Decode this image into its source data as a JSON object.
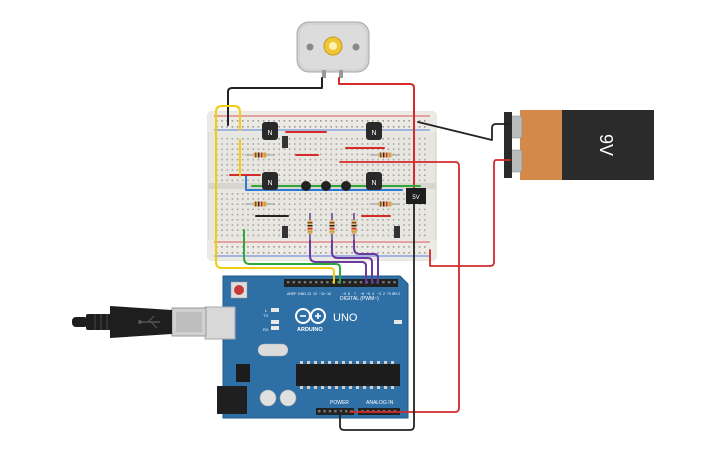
{
  "battery": {
    "label": "9V"
  },
  "regulator": {
    "label": "5V"
  },
  "transistors": {
    "label": "N"
  },
  "arduino": {
    "brand": "ARDUINO",
    "model": "UNO",
    "digital_header": "DIGITAL (PWM~)",
    "power_header": "POWER",
    "analog_header": "ANALOG IN",
    "tx_label": "TX",
    "rx_label": "RX",
    "l_label": "L",
    "aref_label": "AREF",
    "gnd_label": "GND",
    "pin13_label": "13",
    "pin12_label": "12",
    "pin11_label": "~11",
    "pin10_label": "~10",
    "pin9_label": "~9",
    "pin8_label": "8",
    "pin7_label": "7",
    "pin6_label": "~6",
    "pin5_label": "~5",
    "pin4_label": "4",
    "pin3_label": "~3",
    "pin2_label": "2",
    "pin1_label": "TX 1",
    "pin0_label": "RX 0"
  },
  "colors": {
    "board_blue": "#2e6fa6",
    "battery_orange": "#d4884a",
    "battery_dark": "#2b2b2b",
    "breadboard": "#e8e6e1",
    "wire_red": "#d42a2a",
    "wire_black": "#222222",
    "wire_yellow": "#f2cc13",
    "wire_green": "#2fa83a",
    "wire_purple": "#6a3aa0",
    "wire_blue": "#2a7ad8"
  }
}
